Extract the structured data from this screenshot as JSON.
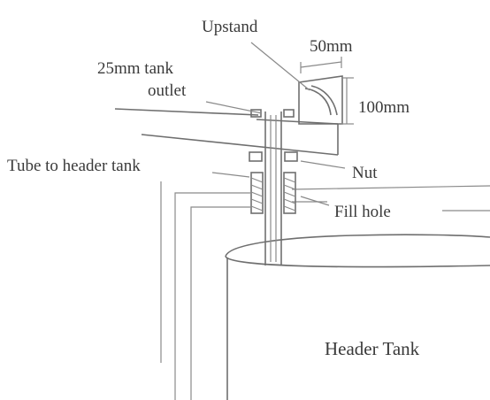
{
  "labels": {
    "upstand": "Upstand",
    "width": "50mm",
    "outlet_line1": "25mm tank",
    "outlet_line2": "outlet",
    "height": "100mm",
    "tube": "Tube to header tank",
    "nut": "Nut",
    "fill_hole": "Fill hole",
    "header_tank": "Header Tank"
  }
}
